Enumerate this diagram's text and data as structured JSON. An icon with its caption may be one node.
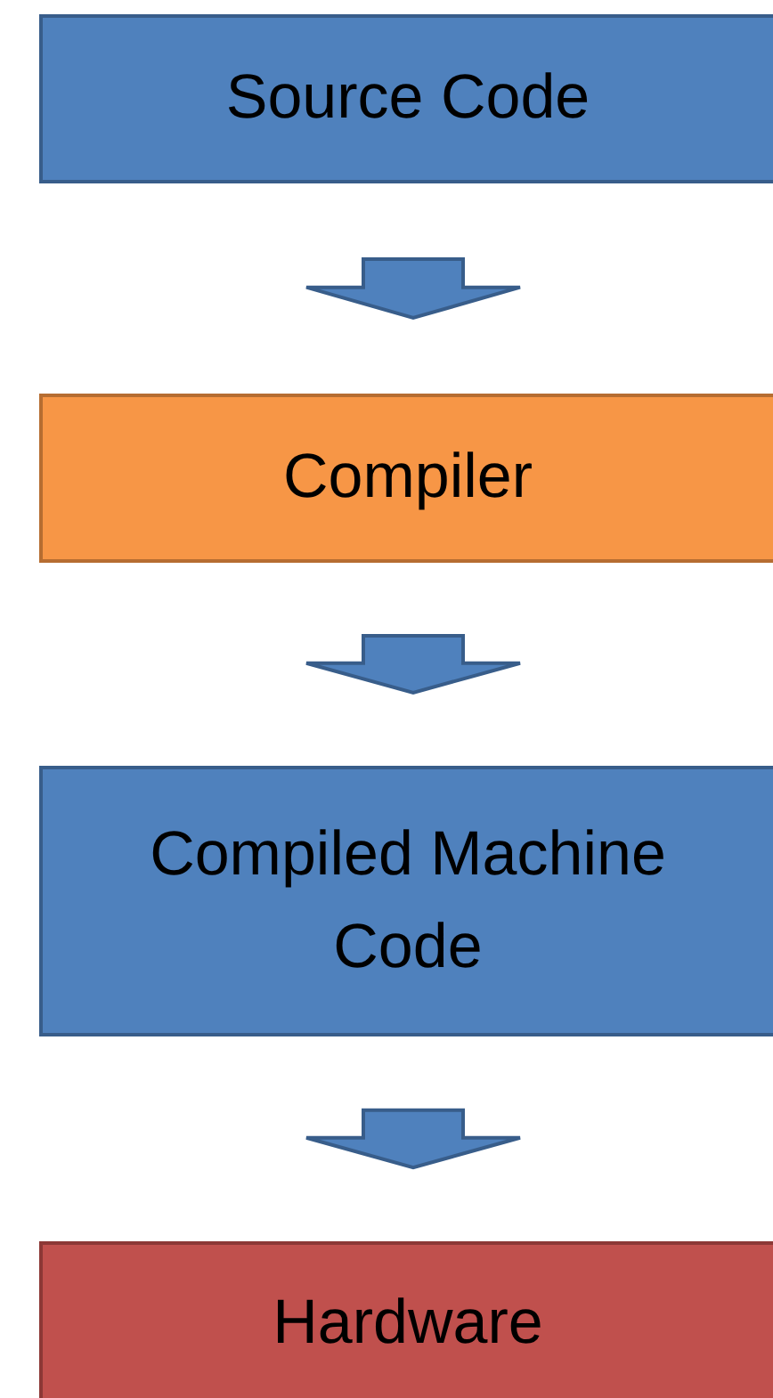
{
  "diagram": {
    "nodes": [
      {
        "text": [
          "Source Code"
        ]
      },
      {
        "text": [
          "Compiler"
        ]
      },
      {
        "text": [
          "Compiled Machine Code"
        ]
      },
      {
        "text": [
          "Hardware"
        ]
      }
    ],
    "edges": [
      {
        "from": 0,
        "to": 1,
        "arrow": "to"
      },
      {
        "from": 1,
        "to": 2,
        "arrow": "to"
      },
      {
        "from": 2,
        "to": 3,
        "arrow": "to"
      }
    ]
  }
}
